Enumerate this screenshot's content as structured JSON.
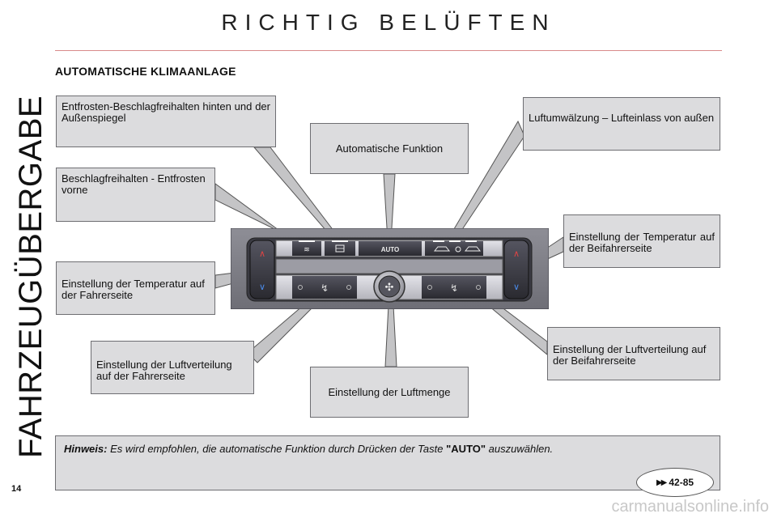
{
  "page": {
    "title": "RICHTIG BELÜFTEN",
    "section_title": "AUTOMATISCHE KLIMAANLAGE",
    "side_title": "FAHRZEUGÜBERGABE",
    "page_number": "14"
  },
  "callouts": {
    "rear_defrost": "Entfrosten-Beschlagfreihalten hinten und der Außenspiegel",
    "front_defrost": "Beschlagfreihalten - Entfrosten vorne",
    "driver_temp": "Einstellung der Temperatur auf der Fahrerseite",
    "driver_airflow": "Einstellung der Luftverteilung auf der Fahrerseite",
    "auto_function": "Automatische Funktion",
    "air_amount": "Einstellung der Luftmenge",
    "recirculation": "Luftumwälzung – Lufteinlass von außen",
    "passenger_temp": "Einstellung der Temperatur auf der Beifahrerseite",
    "passenger_airflow": "Einstellung der Luftverteilung auf der Beifahrerseite"
  },
  "panel": {
    "auto_label": "AUTO"
  },
  "note": {
    "label": "Hinweis:",
    "text_before": "Es wird empfohlen, die automatische Funktion durch Drücken der Taste",
    "keyword": "\"AUTO\"",
    "text_after": "auszuwählen."
  },
  "reference": {
    "page_ref": "42-85"
  },
  "watermark": "carmanualsonline.info"
}
